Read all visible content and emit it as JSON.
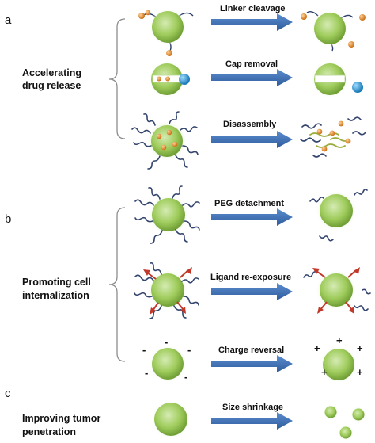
{
  "panels": [
    {
      "letter": "a",
      "label_lines": [
        "Accelerating",
        "drug release"
      ],
      "steps": [
        {
          "label": "Linker cleavage"
        },
        {
          "label": "Cap removal"
        },
        {
          "label": "Disassembly"
        }
      ]
    },
    {
      "letter": "b",
      "label_lines": [
        "Promoting cell",
        "internalization"
      ],
      "steps": [
        {
          "label": "PEG detachment"
        },
        {
          "label": "Ligand re-exposure"
        },
        {
          "label": "Charge reversal"
        }
      ]
    },
    {
      "letter": "c",
      "label_lines": [
        "Improving tumor",
        "penetration"
      ],
      "steps": [
        {
          "label": "Size shrinkage"
        }
      ]
    }
  ],
  "charges": {
    "negative": "-",
    "positive": "+"
  },
  "colors": {
    "nanoparticle": "#8fbf4a",
    "nanoparticle_glow": "#d9ecbe",
    "arrow": "#3c6fb0",
    "drug": "#e08a2a",
    "cap": "#2d9ad6",
    "ligand": "#c0392b",
    "chain": "#34456e",
    "bracket": "#8c8c8c"
  }
}
